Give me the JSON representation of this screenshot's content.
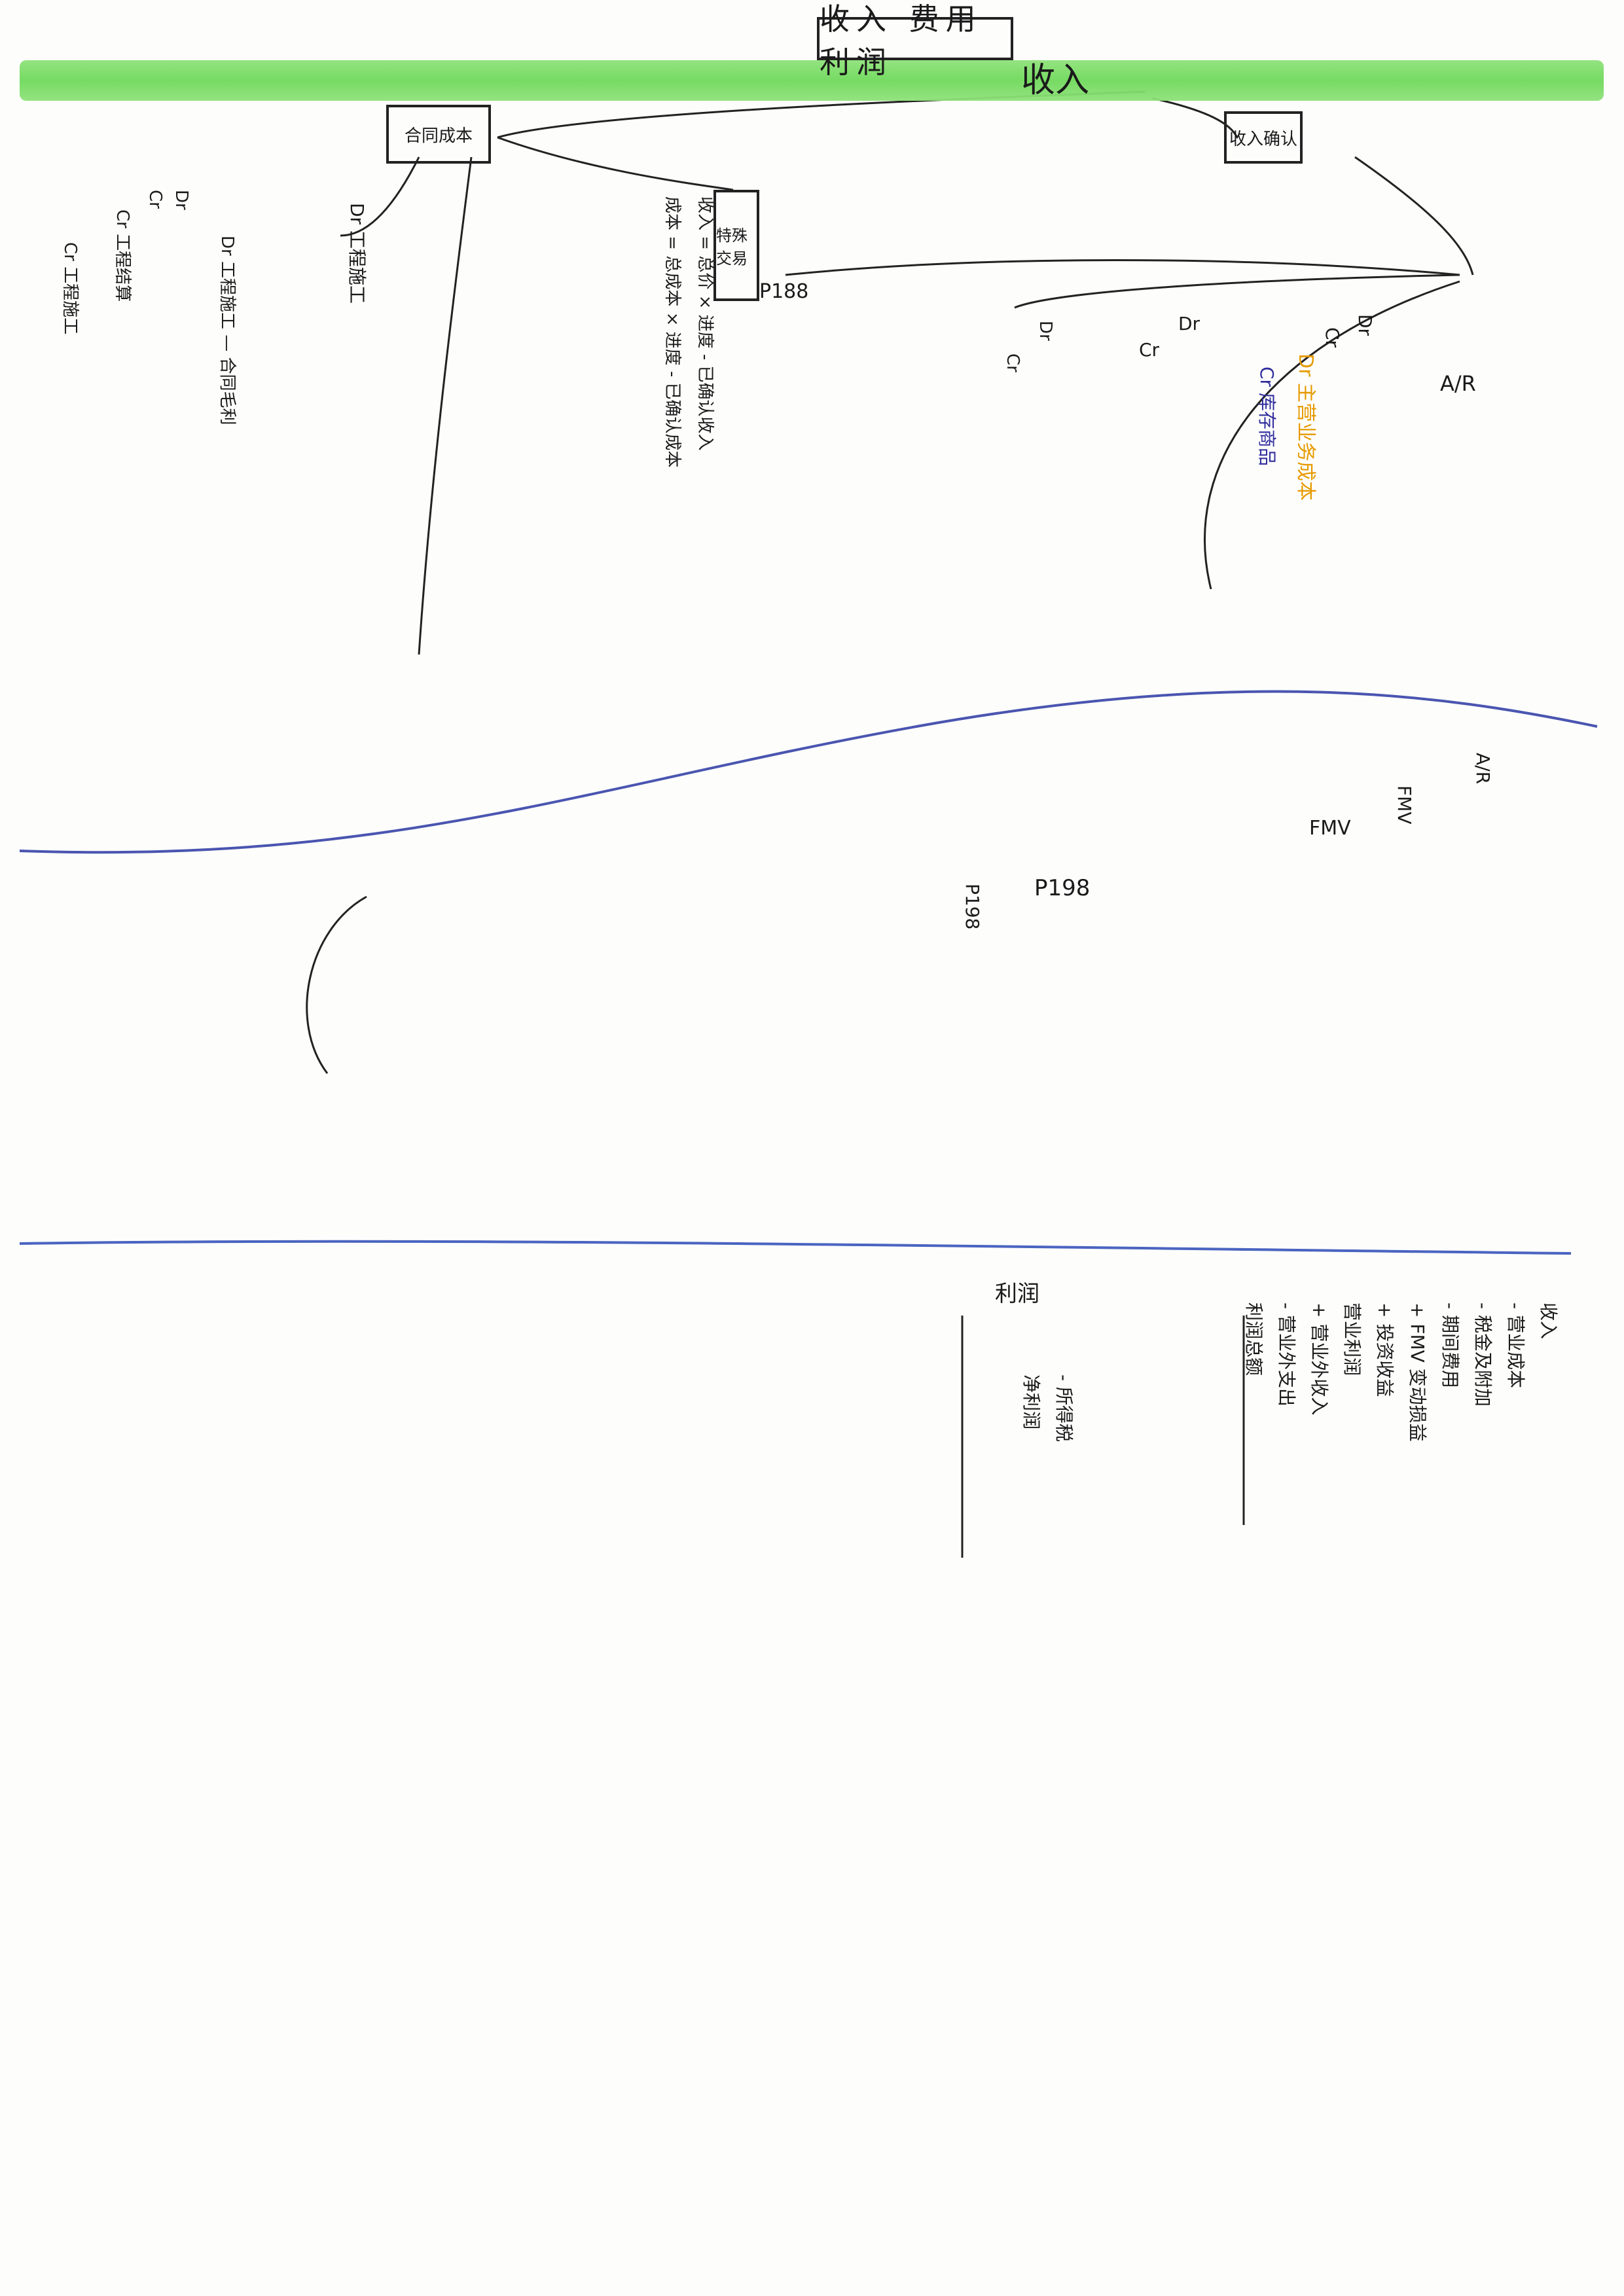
{
  "document": {
    "title": "收入 费用 利润",
    "heading": "收入",
    "branches": [
      {
        "id": "b1",
        "label": "收入确认"
      },
      {
        "id": "b2",
        "label": "合同成本"
      },
      {
        "id": "b3",
        "label": "特殊交易"
      },
      {
        "id": "b4",
        "label": "P188"
      },
      {
        "id": "b5",
        "label": "A/R"
      },
      {
        "id": "b6",
        "label": "P198"
      },
      {
        "id": "b7",
        "label": "Dr"
      },
      {
        "id": "b8",
        "label": "Cr"
      },
      {
        "id": "b9",
        "label": "FMV"
      },
      {
        "id": "b10",
        "label": "利润"
      }
    ],
    "notes_left": [
      "Dr",
      "Cr",
      "Dr 工程施工",
      "Cr 工程结算",
      "Cr 工程施工",
      "Dr 工程施工 — 合同毛利"
    ],
    "notes_middle": [
      "收入 = 总价 × 进度 - 已确认收入",
      "成本 = 总成本 × 进度 - 已确认成本",
      "Dr",
      "Cr",
      "P198"
    ],
    "notes_right": [
      "Dr",
      "Cr",
      "A/R",
      "FMV",
      "Dr 主营业务成本",
      "Cr 库存商品"
    ],
    "notes_bottom": [
      "收入",
      "- 营业成本",
      "- 税金及附加",
      "- 期间费用",
      "+ FMV 变动损益",
      "+ 投资收益",
      "营业利润",
      "+ 营业外收入",
      "- 营业外支出",
      "利润总额",
      "- 所得税",
      "净利润"
    ],
    "colors": {
      "highlight": "#6fd95b",
      "ink": "#1a1a1a",
      "blue_ink": "#2f2d9c",
      "orange_ink": "#e69a00",
      "divider": "#4a55b0"
    }
  }
}
